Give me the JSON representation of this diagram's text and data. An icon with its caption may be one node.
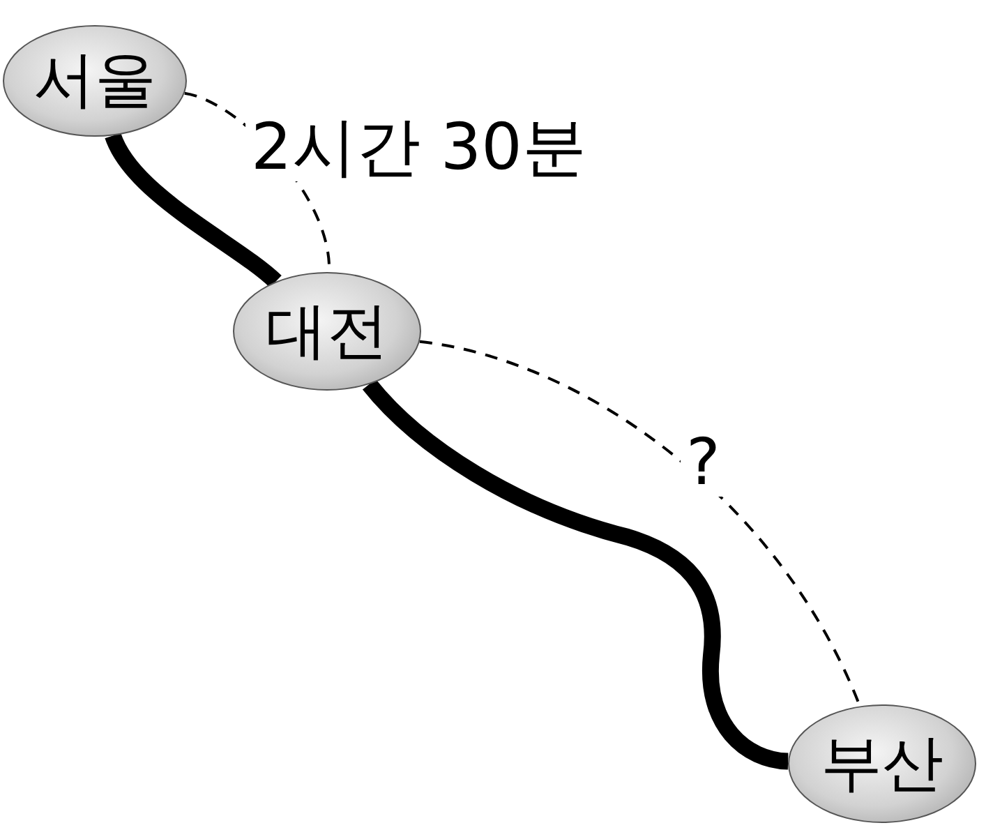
{
  "diagram": {
    "nodes": [
      {
        "text": [
          "서울"
        ]
      },
      {
        "text": [
          "대전"
        ]
      },
      {
        "text": [
          "부산"
        ]
      }
    ],
    "edges": [
      {
        "from": 0,
        "to": 1,
        "arrow": "none",
        "style": "thick"
      },
      {
        "from": 1,
        "to": 2,
        "arrow": "none",
        "style": "thick"
      },
      {
        "from": 0,
        "to": 1,
        "arrow": "none",
        "style": "dashed",
        "label": "2시간 30분"
      },
      {
        "from": 1,
        "to": 2,
        "arrow": "none",
        "style": "dashed",
        "label": "?"
      }
    ]
  }
}
